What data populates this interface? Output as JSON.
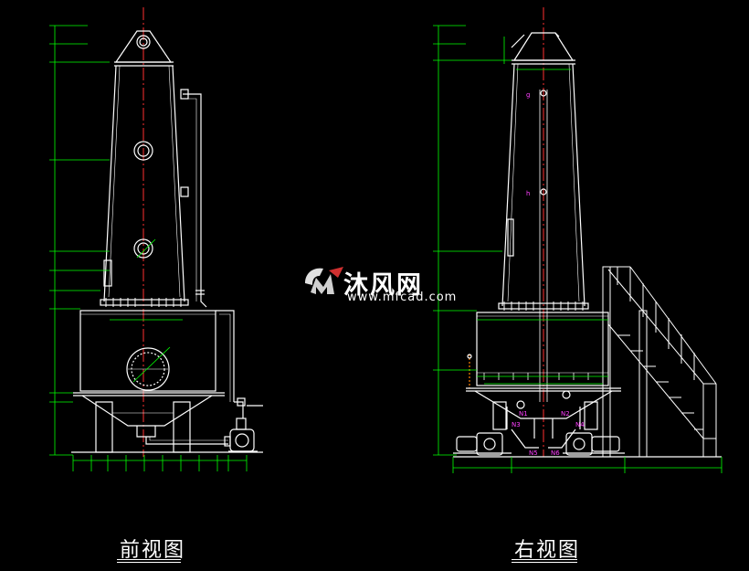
{
  "front_view": {
    "title": "前视图"
  },
  "side_view": {
    "title": "右视图",
    "nozzles": [
      "N1",
      "N2",
      "N3",
      "N4",
      "N5",
      "N6"
    ],
    "markers": [
      "g",
      "h"
    ]
  },
  "watermark": {
    "name": "沐风网",
    "url": "www.mfcad.com",
    "logo_icon": "mfcad-logo-icon"
  },
  "colors": {
    "background": "#000000",
    "outline": "#ffffff",
    "dimension": "#00ff00",
    "centerline": "#ff3030",
    "nozzle_label": "#ff40ff",
    "annotation": "#00e0e0"
  }
}
